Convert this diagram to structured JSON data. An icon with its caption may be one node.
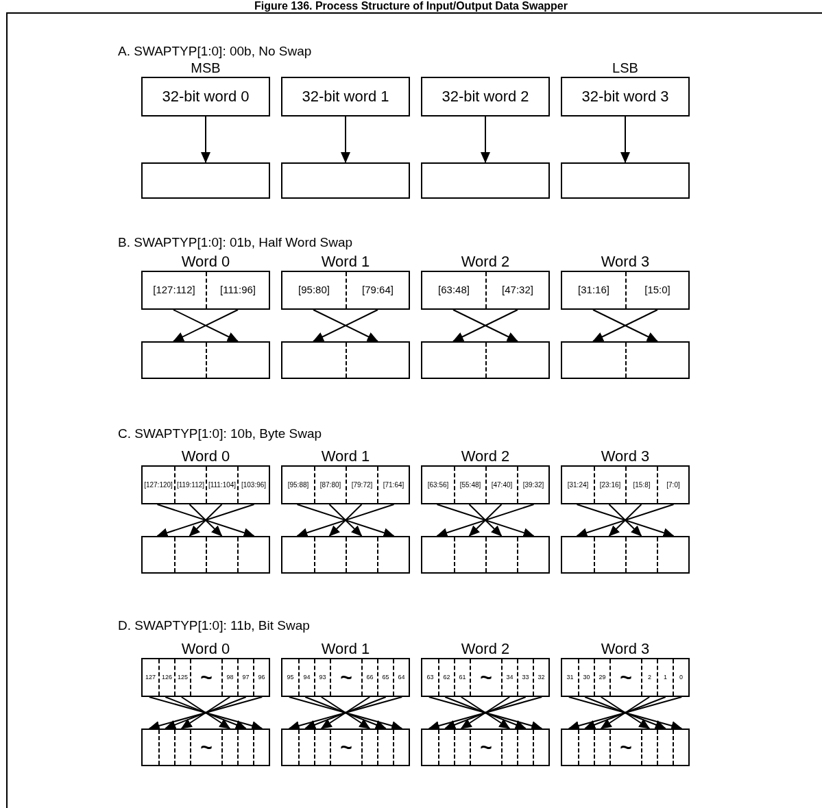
{
  "diagram": {
    "title": "Figure 136. Process Structure of Input/Output Data Swapper",
    "nodes": [
      {
        "text": [
          "32-bit word 0"
        ],
        "beside": [
          "MSB"
        ]
      },
      {
        "text": [
          "32-bit word 1"
        ]
      },
      {
        "text": [
          "32-bit word 2"
        ]
      },
      {
        "text": [
          "32-bit word 3"
        ],
        "beside": [
          "LSB"
        ]
      },
      {
        "text": [],
        "shape": "box"
      },
      {
        "text": [],
        "shape": "box"
      },
      {
        "text": [],
        "shape": "box"
      },
      {
        "text": [],
        "shape": "box"
      },
      {
        "text": [
          "Word 0",
          "[127:112]",
          "[111:96]"
        ]
      },
      {
        "text": [
          "Word 1",
          "[95:80]",
          "[79:64]"
        ]
      },
      {
        "text": [
          "Word 2",
          "[63:48]",
          "[47:32]"
        ]
      },
      {
        "text": [
          "Word 3",
          "[31:16]",
          "[15:0]"
        ]
      },
      {
        "text": [],
        "shape": "box"
      },
      {
        "text": [],
        "shape": "box"
      },
      {
        "text": [],
        "shape": "box"
      },
      {
        "text": [],
        "shape": "box"
      },
      {
        "text": [
          "Word 0",
          "[127:120]",
          "[119:112]",
          "[111:104]",
          "[103:96]"
        ]
      },
      {
        "text": [
          "Word 1",
          "[95:88]",
          "[87:80]",
          "[79:72]",
          "[71:64]"
        ]
      },
      {
        "text": [
          "Word 2",
          "[63:56]",
          "[55:48]",
          "[47:40]",
          "[39:32]"
        ]
      },
      {
        "text": [
          "Word 3",
          "[31:24]",
          "[23:16]",
          "[15:8]",
          "[7:0]"
        ]
      },
      {
        "text": [],
        "shape": "box"
      },
      {
        "text": [],
        "shape": "box"
      },
      {
        "text": [],
        "shape": "box"
      },
      {
        "text": [],
        "shape": "box"
      },
      {
        "text": [
          "Word 0",
          "127",
          "126",
          "125",
          "~",
          "98",
          "97",
          "96"
        ]
      },
      {
        "text": [
          "Word 1",
          "95",
          "94",
          "93",
          "~",
          "66",
          "65",
          "64"
        ]
      },
      {
        "text": [
          "Word 2",
          "63",
          "62",
          "61",
          "~",
          "34",
          "33",
          "32"
        ]
      },
      {
        "text": [
          "Word 3",
          "31",
          "30",
          "29",
          "~",
          "2",
          "1",
          "0"
        ]
      },
      {
        "text": [
          "~"
        ]
      },
      {
        "text": [
          "~"
        ]
      },
      {
        "text": [
          "~"
        ]
      },
      {
        "text": [
          "~"
        ]
      }
    ],
    "edges": [
      {
        "from": 0,
        "to": 4,
        "arrow": "to"
      },
      {
        "from": 1,
        "to": 5,
        "arrow": "to"
      },
      {
        "from": 2,
        "to": 6,
        "arrow": "to"
      },
      {
        "from": 3,
        "to": 7,
        "arrow": "to"
      },
      {
        "from": 8,
        "to": 12,
        "arrow": "to"
      },
      {
        "from": 8,
        "to": 12,
        "arrow": "to"
      },
      {
        "from": 9,
        "to": 13,
        "arrow": "to"
      },
      {
        "from": 9,
        "to": 13,
        "arrow": "to"
      },
      {
        "from": 10,
        "to": 14,
        "arrow": "to"
      },
      {
        "from": 10,
        "to": 14,
        "arrow": "to"
      },
      {
        "from": 11,
        "to": 15,
        "arrow": "to"
      },
      {
        "from": 11,
        "to": 15,
        "arrow": "to"
      },
      {
        "from": 16,
        "to": 20,
        "arrow": "to"
      },
      {
        "from": 16,
        "to": 20,
        "arrow": "to"
      },
      {
        "from": 16,
        "to": 20,
        "arrow": "to"
      },
      {
        "from": 16,
        "to": 20,
        "arrow": "to"
      },
      {
        "from": 17,
        "to": 21,
        "arrow": "to"
      },
      {
        "from": 17,
        "to": 21,
        "arrow": "to"
      },
      {
        "from": 17,
        "to": 21,
        "arrow": "to"
      },
      {
        "from": 17,
        "to": 21,
        "arrow": "to"
      },
      {
        "from": 18,
        "to": 22,
        "arrow": "to"
      },
      {
        "from": 18,
        "to": 22,
        "arrow": "to"
      },
      {
        "from": 18,
        "to": 22,
        "arrow": "to"
      },
      {
        "from": 18,
        "to": 22,
        "arrow": "to"
      },
      {
        "from": 19,
        "to": 23,
        "arrow": "to"
      },
      {
        "from": 19,
        "to": 23,
        "arrow": "to"
      },
      {
        "from": 19,
        "to": 23,
        "arrow": "to"
      },
      {
        "from": 19,
        "to": 23,
        "arrow": "to"
      },
      {
        "from": 24,
        "to": 28,
        "arrow": "to"
      },
      {
        "from": 24,
        "to": 28,
        "arrow": "to"
      },
      {
        "from": 24,
        "to": 28,
        "arrow": "to"
      },
      {
        "from": 24,
        "to": 28,
        "arrow": "to"
      },
      {
        "from": 24,
        "to": 28,
        "arrow": "to"
      },
      {
        "from": 24,
        "to": 28,
        "arrow": "to"
      },
      {
        "from": 25,
        "to": 29,
        "arrow": "to"
      },
      {
        "from": 25,
        "to": 29,
        "arrow": "to"
      },
      {
        "from": 25,
        "to": 29,
        "arrow": "to"
      },
      {
        "from": 25,
        "to": 29,
        "arrow": "to"
      },
      {
        "from": 25,
        "to": 29,
        "arrow": "to"
      },
      {
        "from": 25,
        "to": 29,
        "arrow": "to"
      },
      {
        "from": 26,
        "to": 30,
        "arrow": "to"
      },
      {
        "from": 26,
        "to": 30,
        "arrow": "to"
      },
      {
        "from": 26,
        "to": 30,
        "arrow": "to"
      },
      {
        "from": 26,
        "to": 30,
        "arrow": "to"
      },
      {
        "from": 26,
        "to": 30,
        "arrow": "to"
      },
      {
        "from": 26,
        "to": 30,
        "arrow": "to"
      },
      {
        "from": 27,
        "to": 31,
        "arrow": "to"
      },
      {
        "from": 27,
        "to": 31,
        "arrow": "to"
      },
      {
        "from": 27,
        "to": 31,
        "arrow": "to"
      },
      {
        "from": 27,
        "to": 31,
        "arrow": "to"
      },
      {
        "from": 27,
        "to": 31,
        "arrow": "to"
      },
      {
        "from": 27,
        "to": 31,
        "arrow": "to"
      }
    ],
    "labels": [
      "A. SWAPTYP[1:0]: 00b, No Swap",
      "B. SWAPTYP[1:0]: 01b, Half Word Swap",
      "C. SWAPTYP[1:0]: 10b, Byte Swap",
      "D. SWAPTYP[1:0]: 11b, Bit Swap"
    ]
  }
}
